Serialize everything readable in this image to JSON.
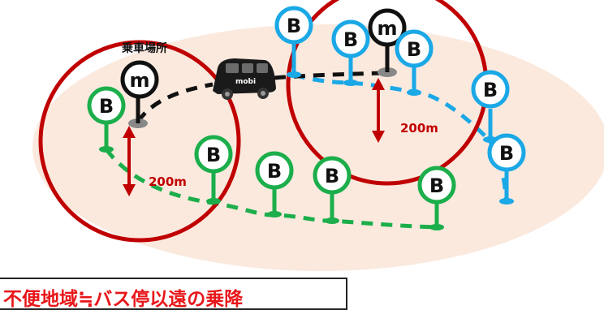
{
  "pickup_label": "乗車場所",
  "mobi_pin_letter": "m",
  "bus_stop_letter": "B",
  "van_logo_text": "mobi",
  "distance_left": "200m",
  "distance_right": "200m",
  "caption": "不便地域≒バス停以遠の乗降",
  "colors": {
    "area_fill": "#fbe9de",
    "radius_circle": "#c00000",
    "bus_stop_near": "#1bae4b",
    "bus_stop_far": "#1aa8e6",
    "mobi_pin": "#111111",
    "caption_text": "#e8161a"
  }
}
